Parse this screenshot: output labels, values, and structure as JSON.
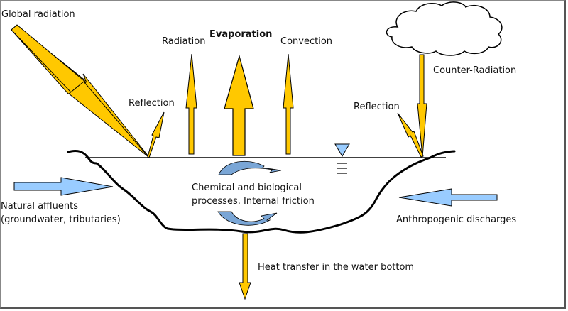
{
  "title": "Heat balance of a water body",
  "colors": {
    "heat_arrow": "#FFC800",
    "water_arrow": "#99CCFF",
    "circulation_arrow": "#7AA6D6",
    "outline": "#000000"
  },
  "labels": {
    "global_radiation": "Global radiation",
    "radiation": "Radiation",
    "evaporation": "Evaporation",
    "convection": "Convection",
    "reflection_left": "Reflection",
    "reflection_right": "Reflection",
    "counter_radiation": "Counter-Radiation",
    "natural_affluents_line1": "Natural affluents",
    "natural_affluents_line2": "(groundwater, tributaries)",
    "processes_line1": "Chemical and biological",
    "processes_line2": "processes. Internal friction",
    "anthropogenic": "Anthropogenic discharges",
    "heat_transfer": "Heat transfer in the water bottom"
  },
  "icons": {
    "cloud": "cloud-icon",
    "water_level": "water-level-icon"
  }
}
